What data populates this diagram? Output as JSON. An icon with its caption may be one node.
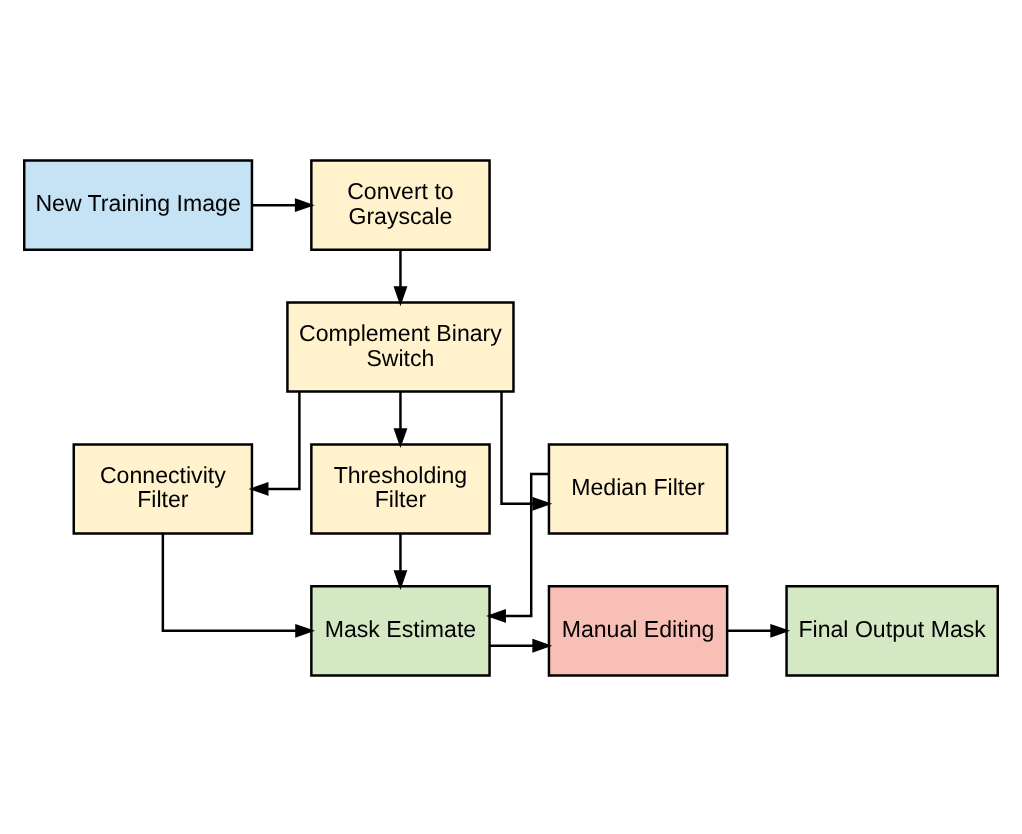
{
  "diagram": {
    "nodes": [
      {
        "text": [
          "New Training Image"
        ]
      },
      {
        "text": [
          "Convert to Grayscale"
        ]
      },
      {
        "text": [
          "Complement Binary Switch"
        ]
      },
      {
        "text": [
          "Connectivity Filter"
        ]
      },
      {
        "text": [
          "Thresholding Filter"
        ]
      },
      {
        "text": [
          "Median Filter"
        ]
      },
      {
        "text": [
          "Mask Estimate"
        ]
      },
      {
        "text": [
          "Manual Editing"
        ]
      },
      {
        "text": [
          "Final Output Mask"
        ]
      }
    ],
    "edges": [
      {
        "from": 0,
        "to": 1,
        "arrow": "to"
      },
      {
        "from": 1,
        "to": 2,
        "arrow": "to"
      },
      {
        "from": 2,
        "to": 3,
        "arrow": "to"
      },
      {
        "from": 2,
        "to": 4,
        "arrow": "to"
      },
      {
        "from": 2,
        "to": 5,
        "arrow": "to"
      },
      {
        "from": 3,
        "to": 6,
        "arrow": "to"
      },
      {
        "from": 4,
        "to": 6,
        "arrow": "to"
      },
      {
        "from": 5,
        "to": 6,
        "arrow": "to"
      },
      {
        "from": 6,
        "to": 7,
        "arrow": "to"
      },
      {
        "from": 7,
        "to": 8,
        "arrow": "to"
      }
    ]
  }
}
